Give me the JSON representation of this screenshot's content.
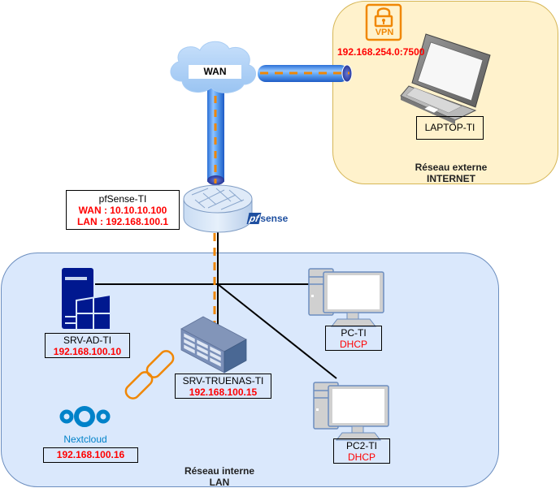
{
  "zones": {
    "internet": {
      "line1": "Réseau externe",
      "line2": "INTERNET",
      "fill": "#fff2cc",
      "stroke": "#d6b656"
    },
    "lan": {
      "line1": "Réseau interne",
      "line2": "LAN",
      "fill": "#dae8fc",
      "stroke": "#6c8ebf"
    }
  },
  "wan_cloud": {
    "label": "WAN"
  },
  "vpn": {
    "icon_label": "VPN",
    "endpoint": "192.168.254.0:7500",
    "color": "#f08705"
  },
  "laptop": {
    "name": "LAPTOP-TI"
  },
  "firewall": {
    "name": "pfSense-TI",
    "wan": "WAN : 10.10.10.100",
    "lan": "LAN : 192.168.100.1",
    "logo_pf": "pf",
    "logo_sense": "sense"
  },
  "nodes": {
    "srv_ad": {
      "name": "SRV-AD-TI",
      "ip": "192.168.100.10"
    },
    "srv_truenas": {
      "name": "SRV-TRUENAS-TI",
      "ip": "192.168.100.15"
    },
    "nextcloud": {
      "logo_text": "Nextcloud",
      "ip": "192.168.100.16"
    },
    "pc1": {
      "name": "PC-TI",
      "ip": "DHCP"
    },
    "pc2": {
      "name": "PC2-TI",
      "ip": "DHCP"
    }
  },
  "colors": {
    "accent_orange": "#f08705",
    "ip_red": "#ff0000",
    "windows_blue": "#00188f",
    "nextcloud_blue": "#0082c9"
  }
}
